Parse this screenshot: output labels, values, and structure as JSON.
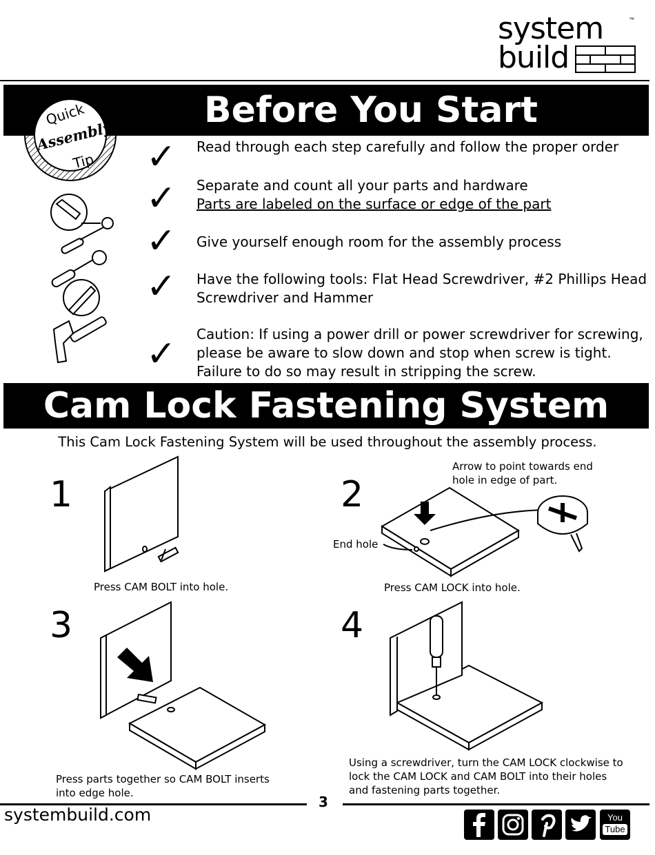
{
  "logo": {
    "line1": "system",
    "line2": "build",
    "tm": "™"
  },
  "badge": {
    "top": "Quick",
    "mid": "Assembly",
    "bottom": "Tip"
  },
  "before": {
    "title": "Before You Start",
    "tips": [
      {
        "lines": [
          "Read through each step carefully and follow the proper order"
        ]
      },
      {
        "lines": [
          "Separate and count all your parts and hardware",
          "Parts are labeled on the surface or edge of the part"
        ]
      },
      {
        "lines": [
          "Give yourself enough room for the assembly process"
        ]
      },
      {
        "lines": [
          "Have the following tools: Flat Head Screwdriver, #2 Phillips Head",
          "Screwdriver and Hammer"
        ]
      },
      {
        "lines": [
          "Caution: If using a power drill or power screwdriver for screwing,",
          "please be aware to slow down and stop when screw is tight.",
          "Failure to do so may result in stripping the screw."
        ]
      }
    ],
    "check_glyph": "✓"
  },
  "cam": {
    "title": "Cam Lock Fastening System",
    "intro": "This Cam Lock Fastening System will be used throughout the assembly process.",
    "steps": [
      {
        "num": "1",
        "caption": [
          "Press CAM BOLT into hole."
        ]
      },
      {
        "num": "2",
        "caption": [
          "Press CAM LOCK into hole."
        ],
        "label_arrow": [
          "Arrow to point towards end",
          "hole in edge of part."
        ],
        "label_end": "End hole"
      },
      {
        "num": "3",
        "caption": [
          "Press parts together so CAM BOLT inserts",
          "into edge hole."
        ]
      },
      {
        "num": "4",
        "caption": [
          "Using a screwdriver, turn the CAM LOCK clockwise to",
          "lock the CAM LOCK and CAM BOLT into their holes",
          "and fastening parts together."
        ]
      }
    ]
  },
  "footer": {
    "site": "systembuild.com",
    "page": "3",
    "social": [
      "facebook-icon",
      "instagram-icon",
      "pinterest-icon",
      "twitter-icon",
      "youtube-icon"
    ],
    "youtube_top": "You",
    "youtube_bottom": "Tube"
  }
}
